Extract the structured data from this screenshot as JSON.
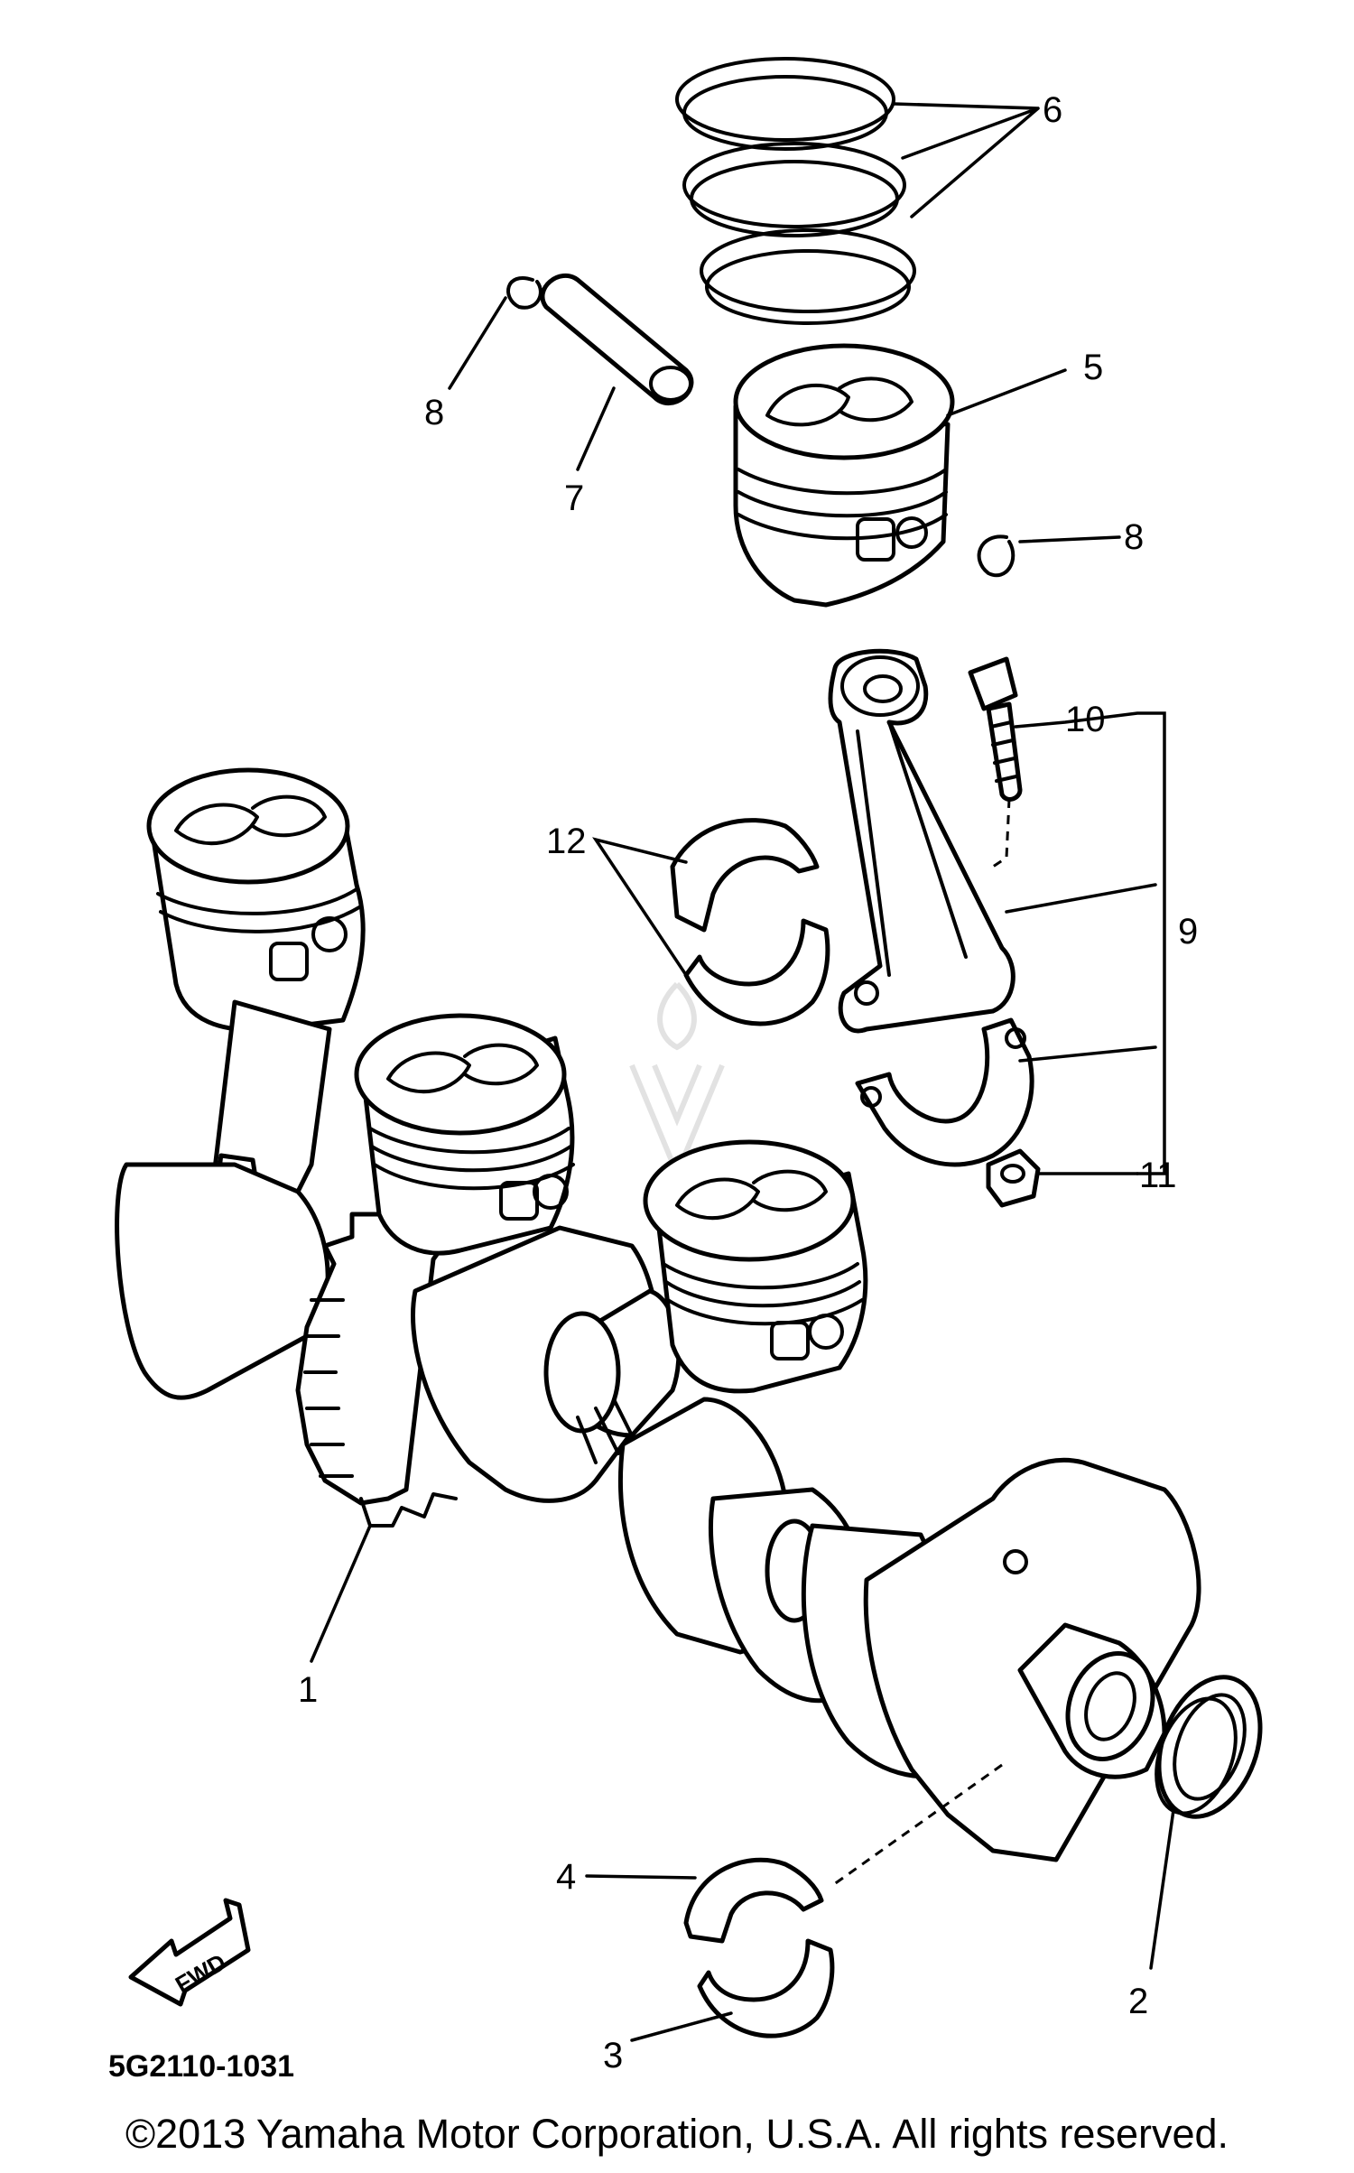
{
  "callouts": [
    {
      "id": "1",
      "label": "1"
    },
    {
      "id": "2",
      "label": "2"
    },
    {
      "id": "3",
      "label": "3"
    },
    {
      "id": "4",
      "label": "4"
    },
    {
      "id": "5",
      "label": "5"
    },
    {
      "id": "6",
      "label": "6"
    },
    {
      "id": "7",
      "label": "7"
    },
    {
      "id": "8a",
      "label": "8"
    },
    {
      "id": "8b",
      "label": "8"
    },
    {
      "id": "9",
      "label": "9"
    },
    {
      "id": "10",
      "label": "10"
    },
    {
      "id": "11",
      "label": "11"
    },
    {
      "id": "12",
      "label": "12"
    }
  ],
  "direction_label": "FWD",
  "diagram_code": "5G2110-1031",
  "copyright": "©2013 Yamaha Motor Corporation, U.S.A. All rights reserved."
}
